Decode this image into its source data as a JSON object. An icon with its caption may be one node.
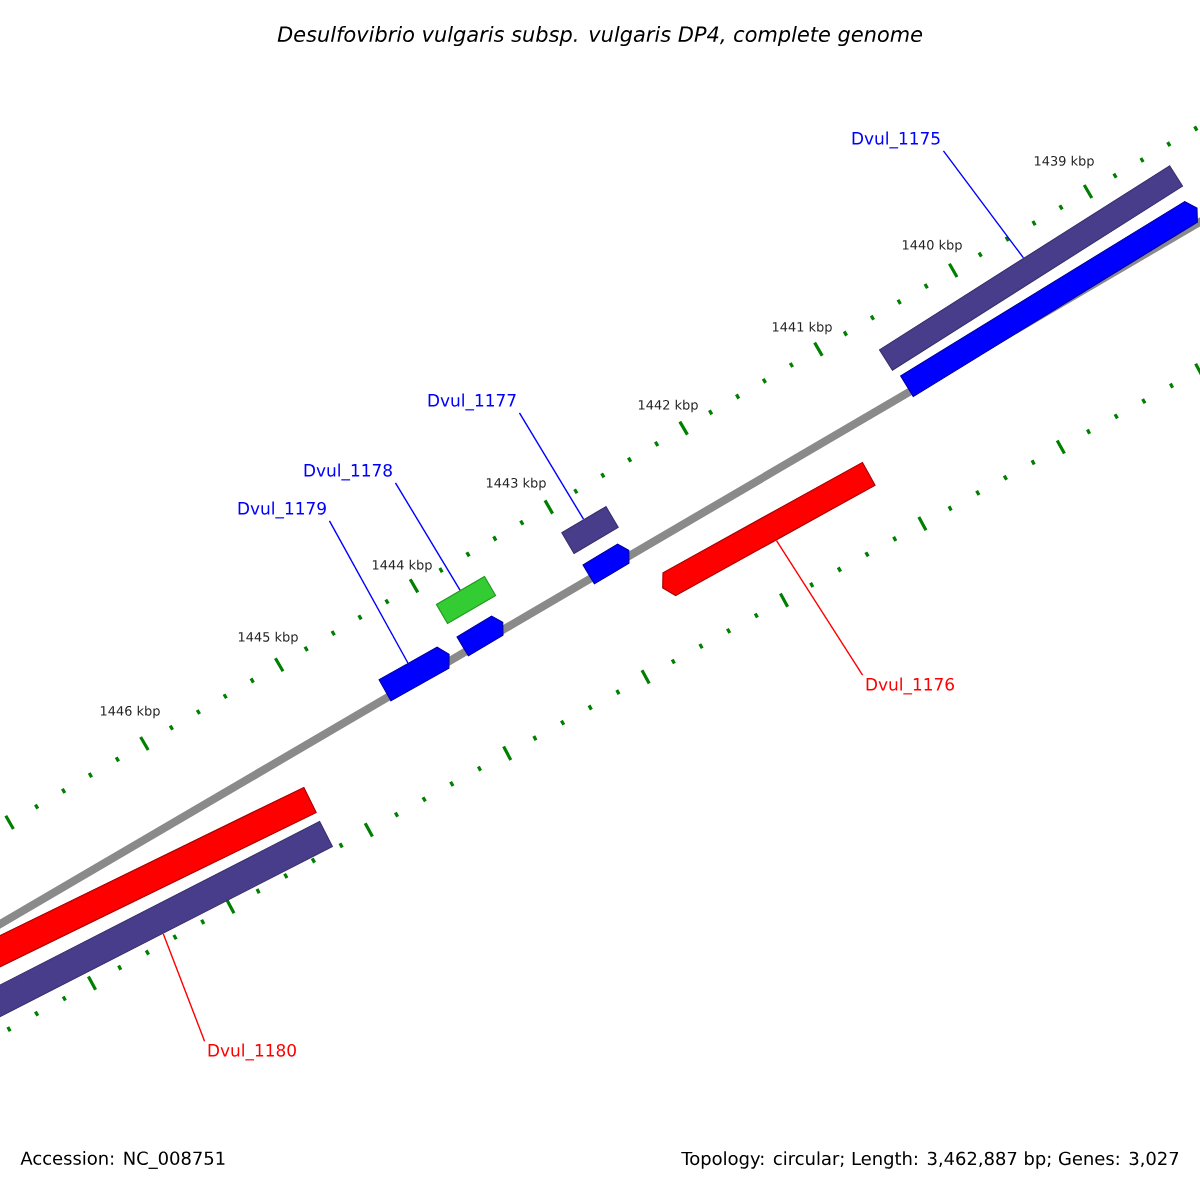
{
  "diagram": {
    "title": "Desulfovibrio vulgaris subsp. vulgaris DP4, complete genome",
    "nodes": [
      {
        "text": [
          "Dvul_1175"
        ]
      },
      {
        "text": [],
        "shape": "bar"
      },
      {
        "text": [],
        "shape": "bar"
      },
      {
        "text": [
          "Dvul_1177"
        ]
      },
      {
        "text": [],
        "shape": "bar"
      },
      {
        "text": [],
        "shape": "bar"
      },
      {
        "text": [
          "Dvul_1178"
        ]
      },
      {
        "text": [],
        "shape": "bar"
      },
      {
        "text": [],
        "shape": "bar"
      },
      {
        "text": [
          "Dvul_1179"
        ]
      },
      {
        "text": [],
        "shape": "bar"
      },
      {
        "text": [
          "Dvul_1176"
        ]
      },
      {
        "text": [],
        "shape": "bar"
      },
      {
        "text": [
          "Dvul_1180"
        ]
      },
      {
        "text": [],
        "shape": "bar"
      },
      {
        "text": [],
        "shape": "bar"
      }
    ],
    "edges": [
      {
        "from": 0,
        "to": 1,
        "arrow": "none"
      },
      {
        "from": 3,
        "to": 4,
        "arrow": "none"
      },
      {
        "from": 6,
        "to": 7,
        "arrow": "none"
      },
      {
        "from": 9,
        "to": 10,
        "arrow": "none"
      },
      {
        "from": 11,
        "to": 12,
        "arrow": "none",
        "color": "#ff0000"
      },
      {
        "from": 13,
        "to": 15,
        "arrow": "none",
        "color": "#ff0000"
      }
    ],
    "labels": [
      "1439 kbp",
      "1440 kbp",
      "1441 kbp",
      "1442 kbp",
      "1443 kbp",
      "1444 kbp",
      "1445 kbp",
      "1446 kbp",
      "Accession: NC_008751",
      "Topology: circular; Length: 3,462,887 bp; Genes: 3,027"
    ]
  }
}
